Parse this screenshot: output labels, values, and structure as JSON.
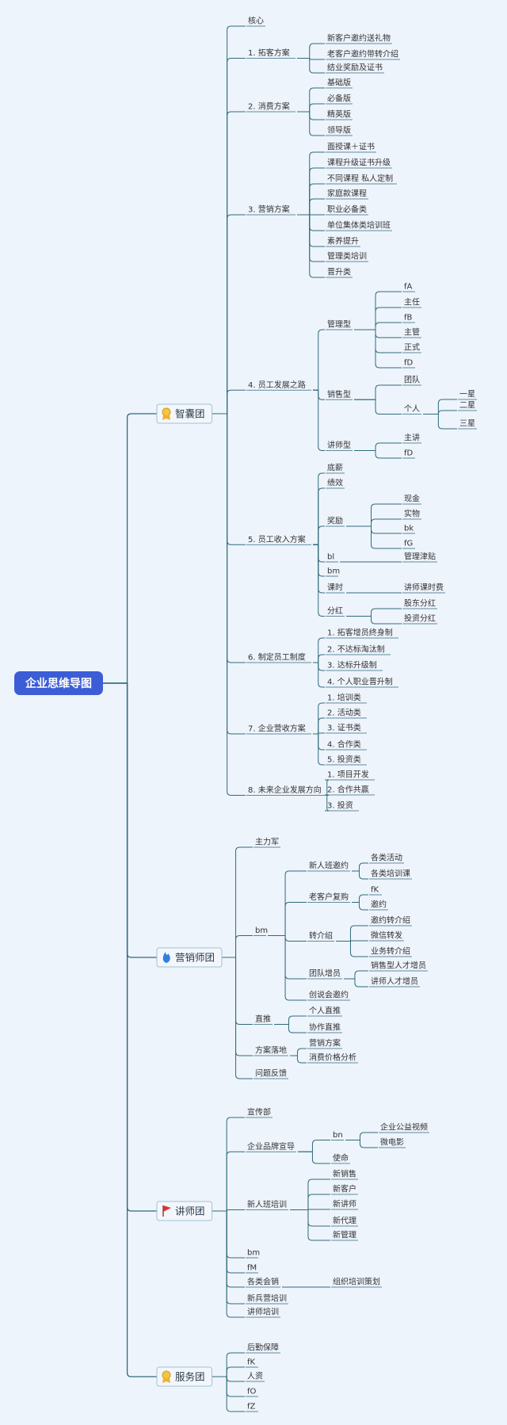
{
  "root": "企业思维导图",
  "branches": [
    {
      "label": "智囊团",
      "icon": "medal-icon",
      "children": [
        {
          "label": "核心"
        },
        {
          "label": "1. 拓客方案",
          "children": [
            {
              "label": "新客户邀约送礼物"
            },
            {
              "label": "老客户邀约带转介绍"
            },
            {
              "label": "结业奖励及证书"
            }
          ]
        },
        {
          "label": "2. 消费方案",
          "children": [
            {
              "label": "基础版"
            },
            {
              "label": "必备版"
            },
            {
              "label": "精英版"
            },
            {
              "label": "领导版"
            }
          ]
        },
        {
          "label": "3. 营销方案",
          "children": [
            {
              "label": "面授课＋证书"
            },
            {
              "label": "课程升级证书升级"
            },
            {
              "label": "不同课程 私人定制"
            },
            {
              "label": "家庭款课程"
            },
            {
              "label": "职业必备类"
            },
            {
              "label": "单位集体类培训班"
            },
            {
              "label": "素养提升"
            },
            {
              "label": "管理类培训"
            },
            {
              "label": "晋升类"
            }
          ]
        },
        {
          "label": "4. 员工发展之路",
          "children": [
            {
              "label": "管理型",
              "children": [
                {
                  "label": "fA"
                },
                {
                  "label": "主任"
                },
                {
                  "label": "fB"
                },
                {
                  "label": "主管"
                },
                {
                  "label": "正式"
                },
                {
                  "label": "fD"
                }
              ]
            },
            {
              "label": "销售型",
              "children": [
                {
                  "label": "团队"
                },
                {
                  "label": "个人",
                  "children": [
                    {
                      "label": "一星"
                    },
                    {
                      "label": "二星"
                    },
                    {
                      "label": "三星"
                    }
                  ]
                }
              ]
            },
            {
              "label": "讲师型",
              "children": [
                {
                  "label": "主讲"
                },
                {
                  "label": "fD"
                }
              ]
            }
          ]
        },
        {
          "label": "5. 员工收入方案",
          "children": [
            {
              "label": "底薪"
            },
            {
              "label": "绩效"
            },
            {
              "label": "奖励",
              "children": [
                {
                  "label": "现金"
                },
                {
                  "label": "实物"
                },
                {
                  "label": "bk"
                },
                {
                  "label": "fG"
                }
              ]
            },
            {
              "label": "bl",
              "children": [
                {
                  "label": "管理津贴"
                }
              ]
            },
            {
              "label": "bm"
            },
            {
              "label": "课时",
              "children": [
                {
                  "label": "讲师课时费"
                }
              ]
            },
            {
              "label": "分红",
              "children": [
                {
                  "label": "股东分红"
                },
                {
                  "label": "投资分红"
                }
              ]
            }
          ]
        },
        {
          "label": "6. 制定员工制度",
          "children": [
            {
              "label": "1. 拓客增员终身制"
            },
            {
              "label": "2. 不达标淘汰制"
            },
            {
              "label": "3. 达标升级制"
            },
            {
              "label": "4. 个人职业晋升制"
            }
          ]
        },
        {
          "label": "7. 企业营收方案",
          "children": [
            {
              "label": "1. 培训类"
            },
            {
              "label": "2. 活动类"
            },
            {
              "label": "3. 证书类"
            },
            {
              "label": "4. 合作类"
            },
            {
              "label": "5. 投资类"
            }
          ]
        },
        {
          "label": "8. 未来企业发展方向",
          "children": [
            {
              "label": "1. 项目开发"
            },
            {
              "label": "2. 合作共赢"
            },
            {
              "label": "3. 投资"
            }
          ]
        }
      ]
    },
    {
      "label": "营销师团",
      "icon": "fire-icon",
      "children": [
        {
          "label": "主力军"
        },
        {
          "label": "bm",
          "children": [
            {
              "label": "新人班邀约",
              "children": [
                {
                  "label": "各类活动"
                },
                {
                  "label": "各类培训课"
                }
              ]
            },
            {
              "label": "老客户复购",
              "children": [
                {
                  "label": "fK"
                },
                {
                  "label": "邀约"
                }
              ]
            },
            {
              "label": "转介绍",
              "children": [
                {
                  "label": "邀约转介绍"
                },
                {
                  "label": "微信转发"
                },
                {
                  "label": "业务转介绍"
                }
              ]
            },
            {
              "label": "团队增员",
              "children": [
                {
                  "label": "销售型人才增员"
                },
                {
                  "label": "讲师人才增员"
                }
              ]
            },
            {
              "label": "创说会邀约"
            }
          ]
        },
        {
          "label": "直推",
          "children": [
            {
              "label": "个人直推"
            },
            {
              "label": "协作直推"
            }
          ]
        },
        {
          "label": "方案落地",
          "children": [
            {
              "label": "营销方案"
            },
            {
              "label": "消费价格分析"
            }
          ]
        },
        {
          "label": "问题反馈"
        }
      ]
    },
    {
      "label": "讲师团",
      "icon": "flag-icon",
      "children": [
        {
          "label": "宣传部"
        },
        {
          "label": "企业品牌宣导",
          "children": [
            {
              "label": "bn",
              "children": [
                {
                  "label": "企业公益视频"
                },
                {
                  "label": "微电影"
                }
              ]
            },
            {
              "label": "使命"
            }
          ]
        },
        {
          "label": "新人班培训",
          "children": [
            {
              "label": "新销售"
            },
            {
              "label": "新客户"
            },
            {
              "label": "新讲师"
            },
            {
              "label": "新代理"
            },
            {
              "label": "新管理"
            }
          ]
        },
        {
          "label": "bm"
        },
        {
          "label": "fM"
        },
        {
          "label": "各类会销",
          "children": [
            {
              "label": "组织培训策划"
            }
          ]
        },
        {
          "label": "新兵营培训"
        },
        {
          "label": "讲师培训"
        }
      ]
    },
    {
      "label": "服务团",
      "icon": "medal-icon",
      "children": [
        {
          "label": "后勤保障"
        },
        {
          "label": "fK"
        },
        {
          "label": "人资"
        },
        {
          "label": "fO"
        },
        {
          "label": "fZ"
        }
      ]
    }
  ],
  "colors": {
    "background": "#eef4fc",
    "root_fill": "#3d5dd6",
    "line": "#2f6b7a",
    "branch_fill": "#f3f7fb",
    "branch_stroke": "#9fc3d4"
  }
}
